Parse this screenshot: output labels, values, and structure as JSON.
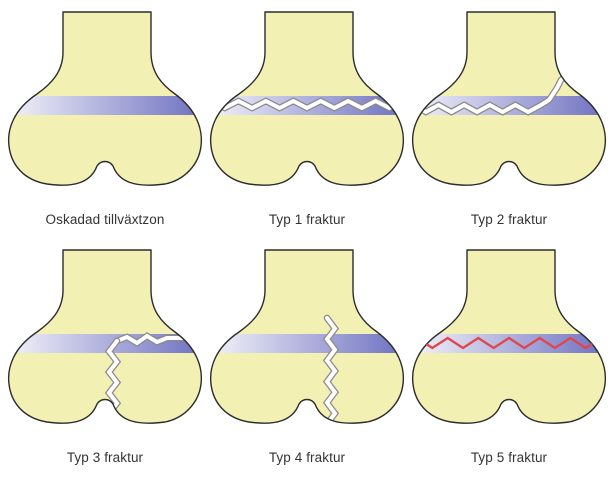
{
  "colors": {
    "bone_fill": "#f3f0b4",
    "bone_stroke": "#2c2c2c",
    "growth_plate_dark": "#6c6fc0",
    "growth_plate_light": "#f5f5fa",
    "fracture_fill": "#ffffff",
    "fracture_outline": "#8a8a8a",
    "crush_line": "#e0464c",
    "caption_text": "#333333"
  },
  "panels": [
    {
      "caption": "Oskadad tillväxtzon",
      "fracture": "none"
    },
    {
      "caption": "Typ 1 fraktur",
      "fracture": "type1-through-plate"
    },
    {
      "caption": "Typ 2 fraktur",
      "fracture": "type2-plate-and-metaphysis"
    },
    {
      "caption": "Typ 3 fraktur",
      "fracture": "type3-plate-and-epiphysis"
    },
    {
      "caption": "Typ 4 fraktur",
      "fracture": "type4-through-all"
    },
    {
      "caption": "Typ 5 fraktur",
      "fracture": "type5-crush"
    }
  ]
}
